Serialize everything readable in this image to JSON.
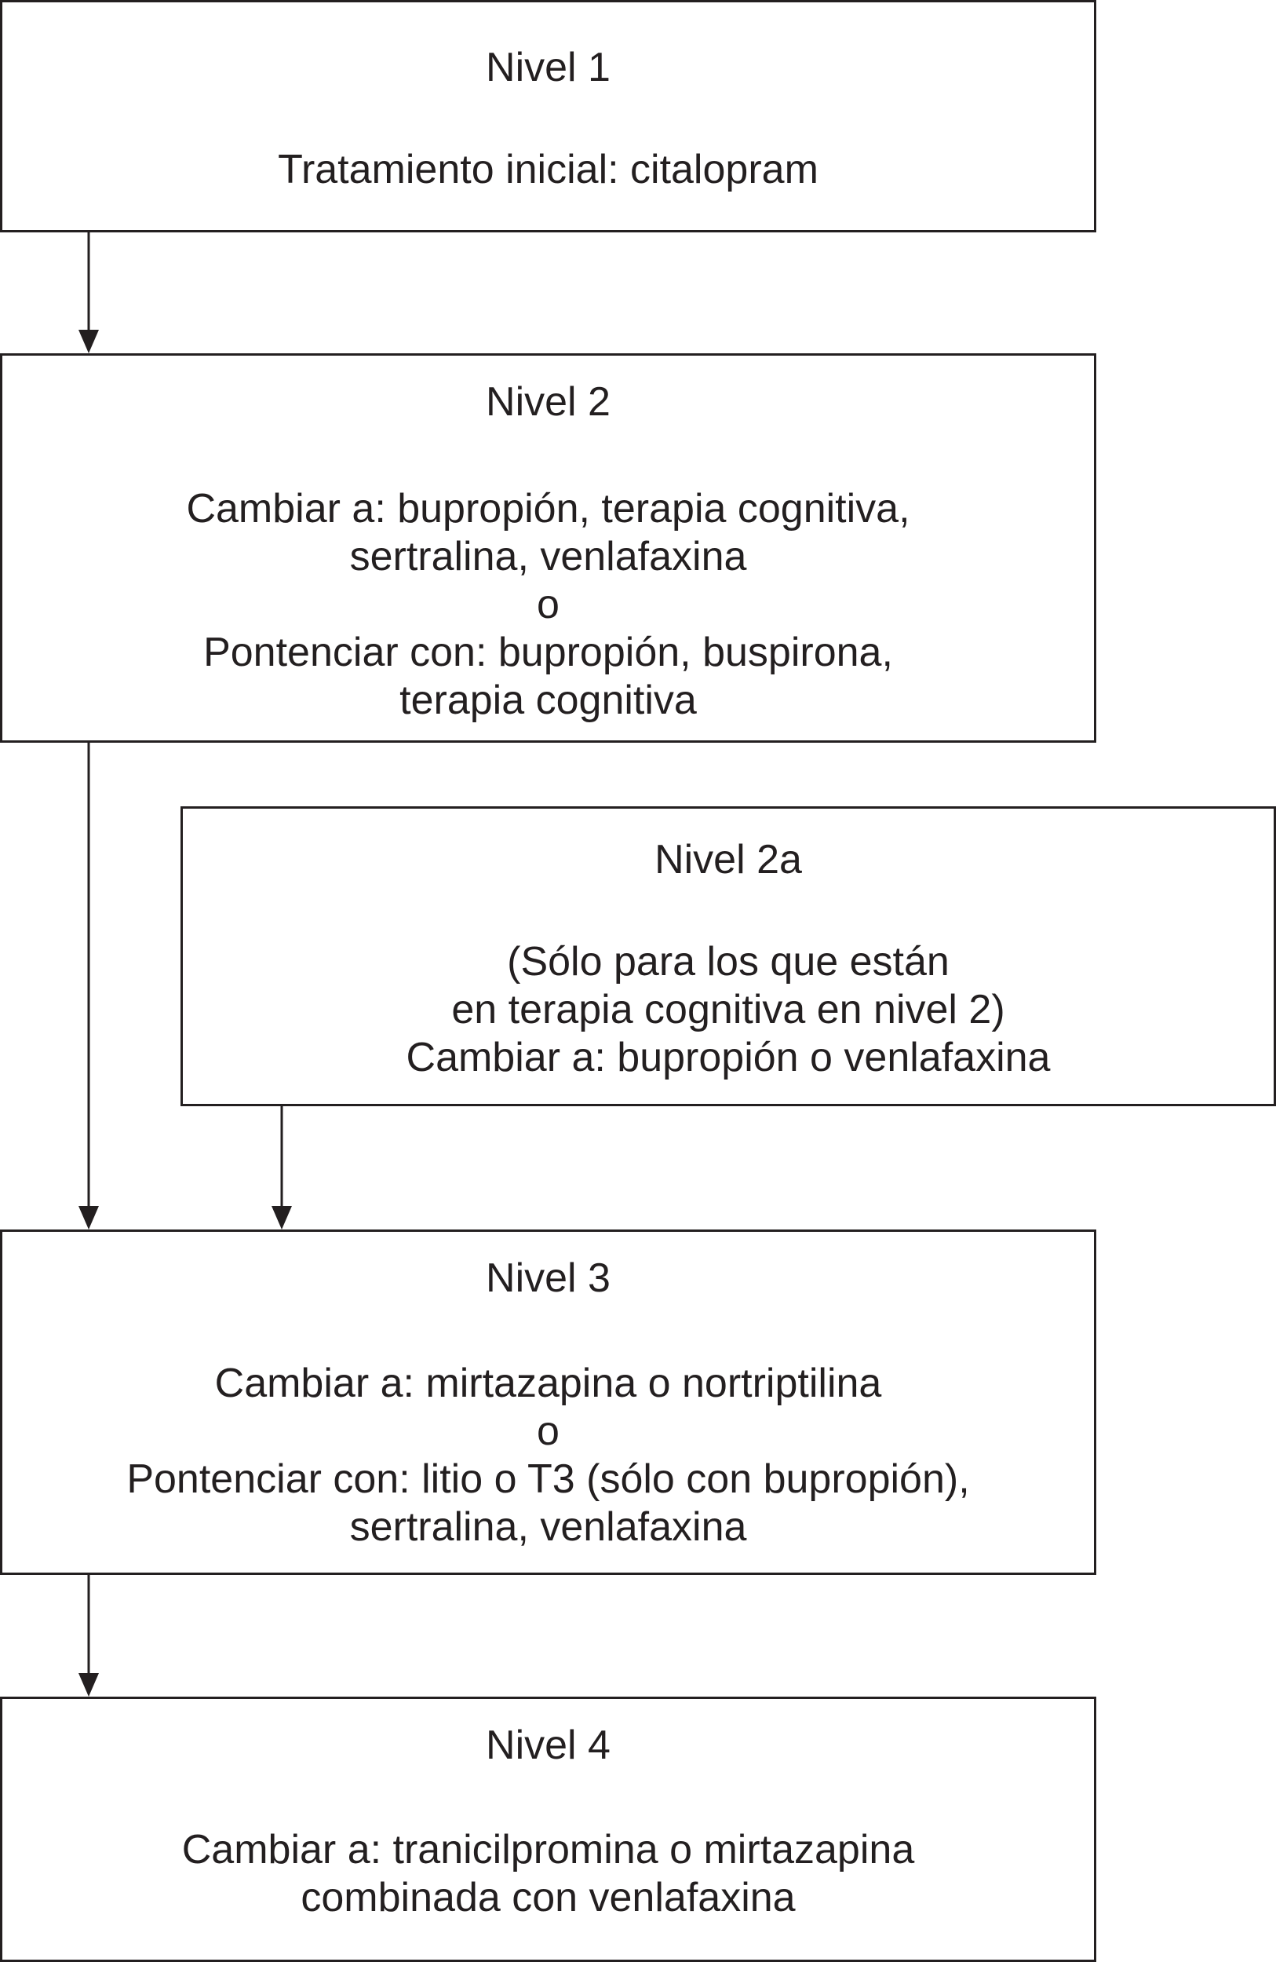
{
  "diagram": {
    "levels": [
      {
        "id": "nivel-1",
        "title": "Nivel 1",
        "lines": [
          "Tratamiento inicial: citalopram"
        ]
      },
      {
        "id": "nivel-2",
        "title": "Nivel 2",
        "lines": [
          "Cambiar a: bupropión, terapia cognitiva,",
          "sertralina, venlafaxina",
          "o",
          "Pontenciar con: bupropión, buspirona,",
          "terapia cognitiva"
        ]
      },
      {
        "id": "nivel-2a",
        "title": "Nivel 2a",
        "lines": [
          "(Sólo para los que están",
          "en terapia cognitiva en nivel 2)",
          "Cambiar a: bupropión o venlafaxina"
        ]
      },
      {
        "id": "nivel-3",
        "title": "Nivel 3",
        "lines": [
          "Cambiar a: mirtazapina o nortriptilina",
          "o",
          "Pontenciar con: litio o T3 (sólo con bupropión),",
          "sertralina, venlafaxina"
        ]
      },
      {
        "id": "nivel-4",
        "title": "Nivel 4",
        "lines": [
          "Cambiar a: tranicilpromina o mirtazapina",
          "combinada con venlafaxina"
        ]
      }
    ],
    "connections": [
      {
        "from": "nivel-1",
        "to": "nivel-2"
      },
      {
        "from": "nivel-2",
        "to": "nivel-3"
      },
      {
        "from": "nivel-2a",
        "to": "nivel-3"
      },
      {
        "from": "nivel-3",
        "to": "nivel-4"
      }
    ],
    "colors": {
      "stroke": "#231f20",
      "background": "#ffffff"
    }
  }
}
